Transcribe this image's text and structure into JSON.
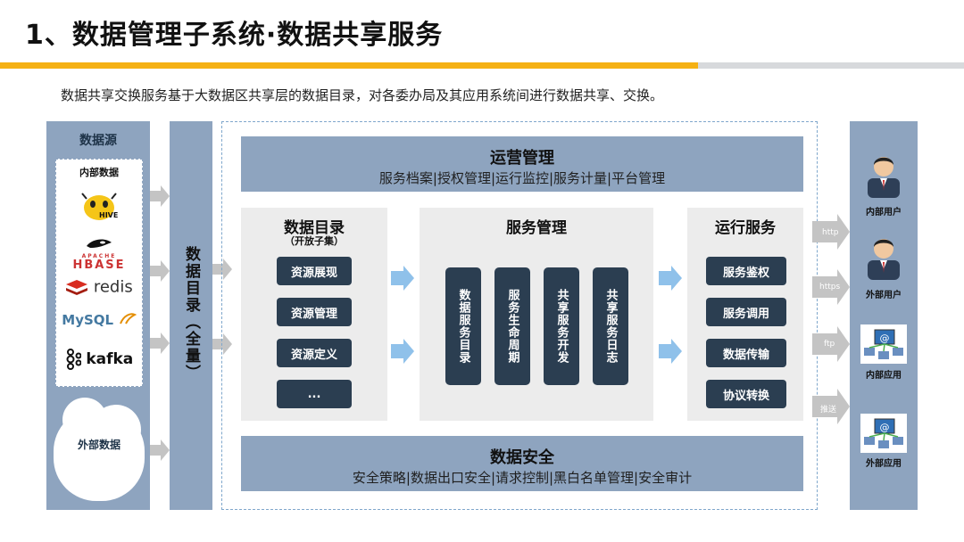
{
  "title": "1、数据管理子系统·数据共享服务",
  "subtitle": "数据共享交换服务基于大数据区共享层的数据目录，对各委办局及其应用系统间进行数据共享、交换。",
  "source_panel": {
    "title": "数据源",
    "internal_label": "内部数据",
    "logos": [
      "HIVE",
      "APACHE",
      "HBASE",
      "redis",
      "MySQL",
      "kafka"
    ],
    "external_label": "外部数据"
  },
  "catalog_column": {
    "label": "数据目录（全量）"
  },
  "operations": {
    "title": "运营管理",
    "items": "服务档案|授权管理|运行监控|服务计量|平台管理"
  },
  "data_catalog": {
    "title": "数据目录",
    "sub": "（开放子集）",
    "items": [
      "资源展现",
      "资源管理",
      "资源定义",
      "..."
    ]
  },
  "service_management": {
    "title": "服务管理",
    "items": [
      "数据服务目录",
      "服务生命周期",
      "共享服务开发",
      "共享服务日志"
    ]
  },
  "run_services": {
    "title": "运行服务",
    "items": [
      "服务鉴权",
      "服务调用",
      "数据传输",
      "协议转换"
    ]
  },
  "security": {
    "title": "数据安全",
    "items": "安全策略|数据出口安全|请求控制|黑白名单管理|安全审计"
  },
  "protocols": [
    "http",
    "https",
    "ftp",
    "推送"
  ],
  "consumers": [
    "内部用户",
    "外部用户",
    "内部应用",
    "外部应用"
  ],
  "colors": {
    "accent": "#f5b114",
    "panel": "#8ea4bf",
    "pill": "#2b3e51",
    "box": "#ececec",
    "arrow_blue": "#8fc1ea"
  }
}
